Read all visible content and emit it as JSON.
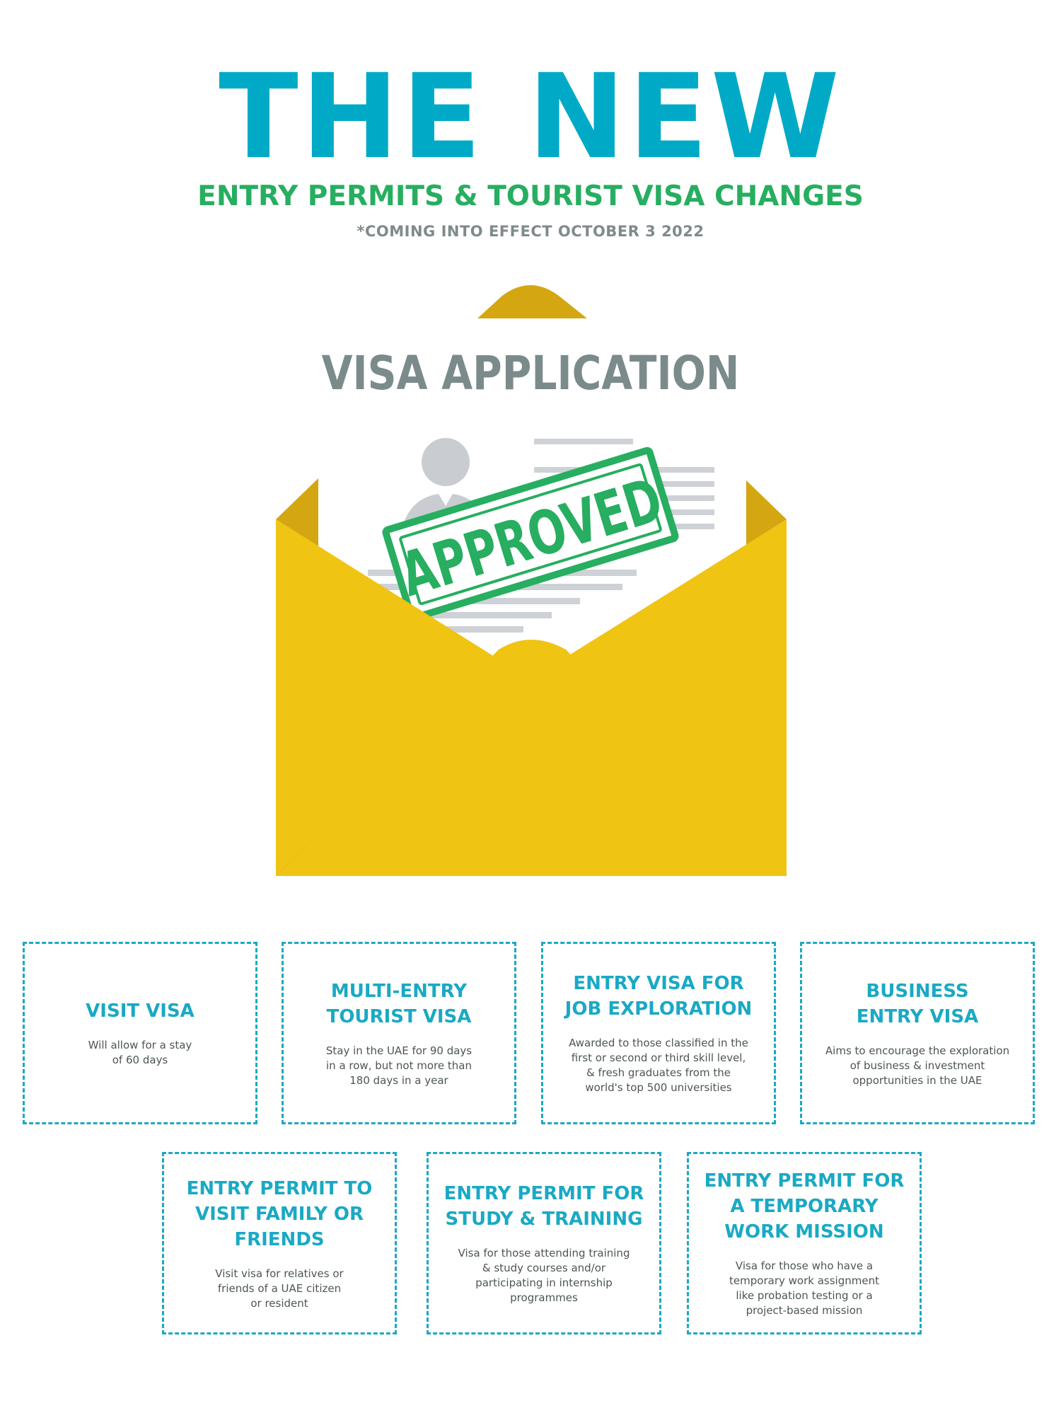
{
  "header": {
    "headline": "THE NEW",
    "subheadline": "ENTRY PERMITS & TOURIST VISA CHANGES",
    "effective_note": "*COMING INTO EFFECT OCTOBER 3 2022"
  },
  "section_title": "VISA APPLICATION",
  "illustration": {
    "stamp_text": "APPROVED",
    "icons": [
      "envelope-icon",
      "document-icon",
      "person-avatar-icon",
      "approved-stamp-icon"
    ],
    "colors": {
      "envelope": "#f0c413",
      "envelope_dark": "#d4a712",
      "stamp": "#27ae60",
      "document_lines": "#ced1d6",
      "avatar": "#c9ccd1"
    }
  },
  "visa_types": [
    {
      "title": "VISIT VISA",
      "description": "Will allow for a stay\nof 60 days"
    },
    {
      "title": "MULTI-ENTRY\nTOURIST VISA",
      "description": "Stay in the UAE for 90 days\nin a row, but not more than\n180 days in a year"
    },
    {
      "title": "ENTRY VISA FOR\nJOB EXPLORATION",
      "description": "Awarded to those classified in the\nfirst or second or third skill level,\n& fresh graduates from the\nworld's top 500 universities"
    },
    {
      "title": "BUSINESS\nENTRY VISA",
      "description": "Aims to encourage the exploration\nof business & investment\nopportunities in the UAE"
    },
    {
      "title": "ENTRY PERMIT TO\nVISIT FAMILY OR\nFRIENDS",
      "description": "Visit visa for relatives or\nfriends of a UAE citizen\nor resident"
    },
    {
      "title": "ENTRY PERMIT FOR\nSTUDY & TRAINING",
      "description": "Visa for those attending training\n& study courses and/or\nparticipating in internship\nprogrammes"
    },
    {
      "title": "ENTRY PERMIT FOR\nA TEMPORARY\nWORK MISSION",
      "description": "Visa for those who have a\ntemporary work assignment\nlike probation testing or a\nproject-based mission"
    }
  ],
  "theme": {
    "accent_blue": "#00aac7",
    "accent_green": "#27ae60",
    "gray_text": "#7b8b8c"
  }
}
